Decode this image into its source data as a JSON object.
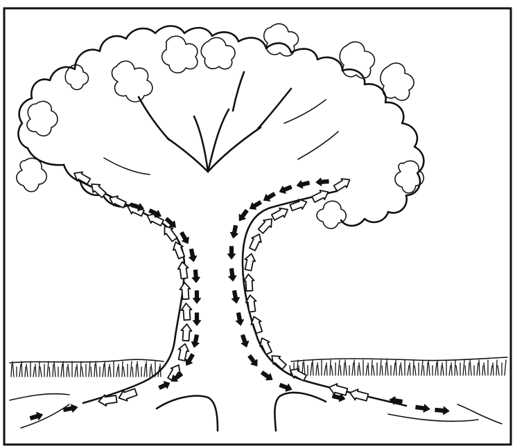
{
  "figure": {
    "subject": "tree",
    "arrow_styles": [
      "open-arrow",
      "solid-arrow"
    ],
    "colors": {
      "ink": "#111111",
      "paper": "#ffffff"
    }
  }
}
